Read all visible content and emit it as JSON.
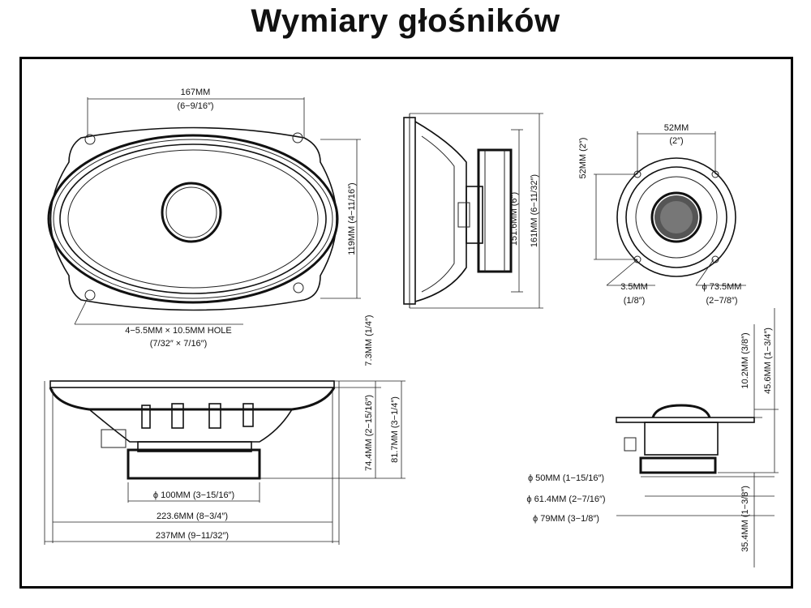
{
  "title": "Wymiary głośników",
  "front": {
    "width_mm": "167MM",
    "width_in": "(6−9/16″)",
    "height_label": "119MM (4−11/16″)",
    "hole_mm": "4−5.5MM × 10.5MM HOLE",
    "hole_in": "(7/32″ × 7/16″)"
  },
  "side": {
    "inner_label": "151.6MM (6″)",
    "outer_label": "161MM (6−11/32″)"
  },
  "tweeter": {
    "height_label": "52MM (2″)",
    "width_mm": "52MM",
    "width_in": "(2″)",
    "hole_mm": "3.5MM",
    "hole_in": "(1/8″)",
    "dia_mm": "ϕ 73.5MM",
    "dia_in": "(2−7/8″)"
  },
  "woofer_side": {
    "flange_label": "7.3MM (1/4″)",
    "depth_label": "74.4MM (2−15/16″)",
    "total_label": "81.7MM (3−1/4″)",
    "magnet_label": "ϕ 100MM (3−15/16″)",
    "cutout_label": "223.6MM (8−3/4″)",
    "overall_label": "237MM (9−11/32″)"
  },
  "tweeter_side": {
    "top_label": "10.2MM (3/8″)",
    "total_label": "45.6MM (1−3/4″)",
    "bottom_label": "35.4MM (1−3/8″)",
    "d50": "ϕ 50MM (1−15/16″)",
    "d61": "ϕ 61.4MM (2−7/16″)",
    "d79": "ϕ 79MM (3−1/8″)"
  }
}
